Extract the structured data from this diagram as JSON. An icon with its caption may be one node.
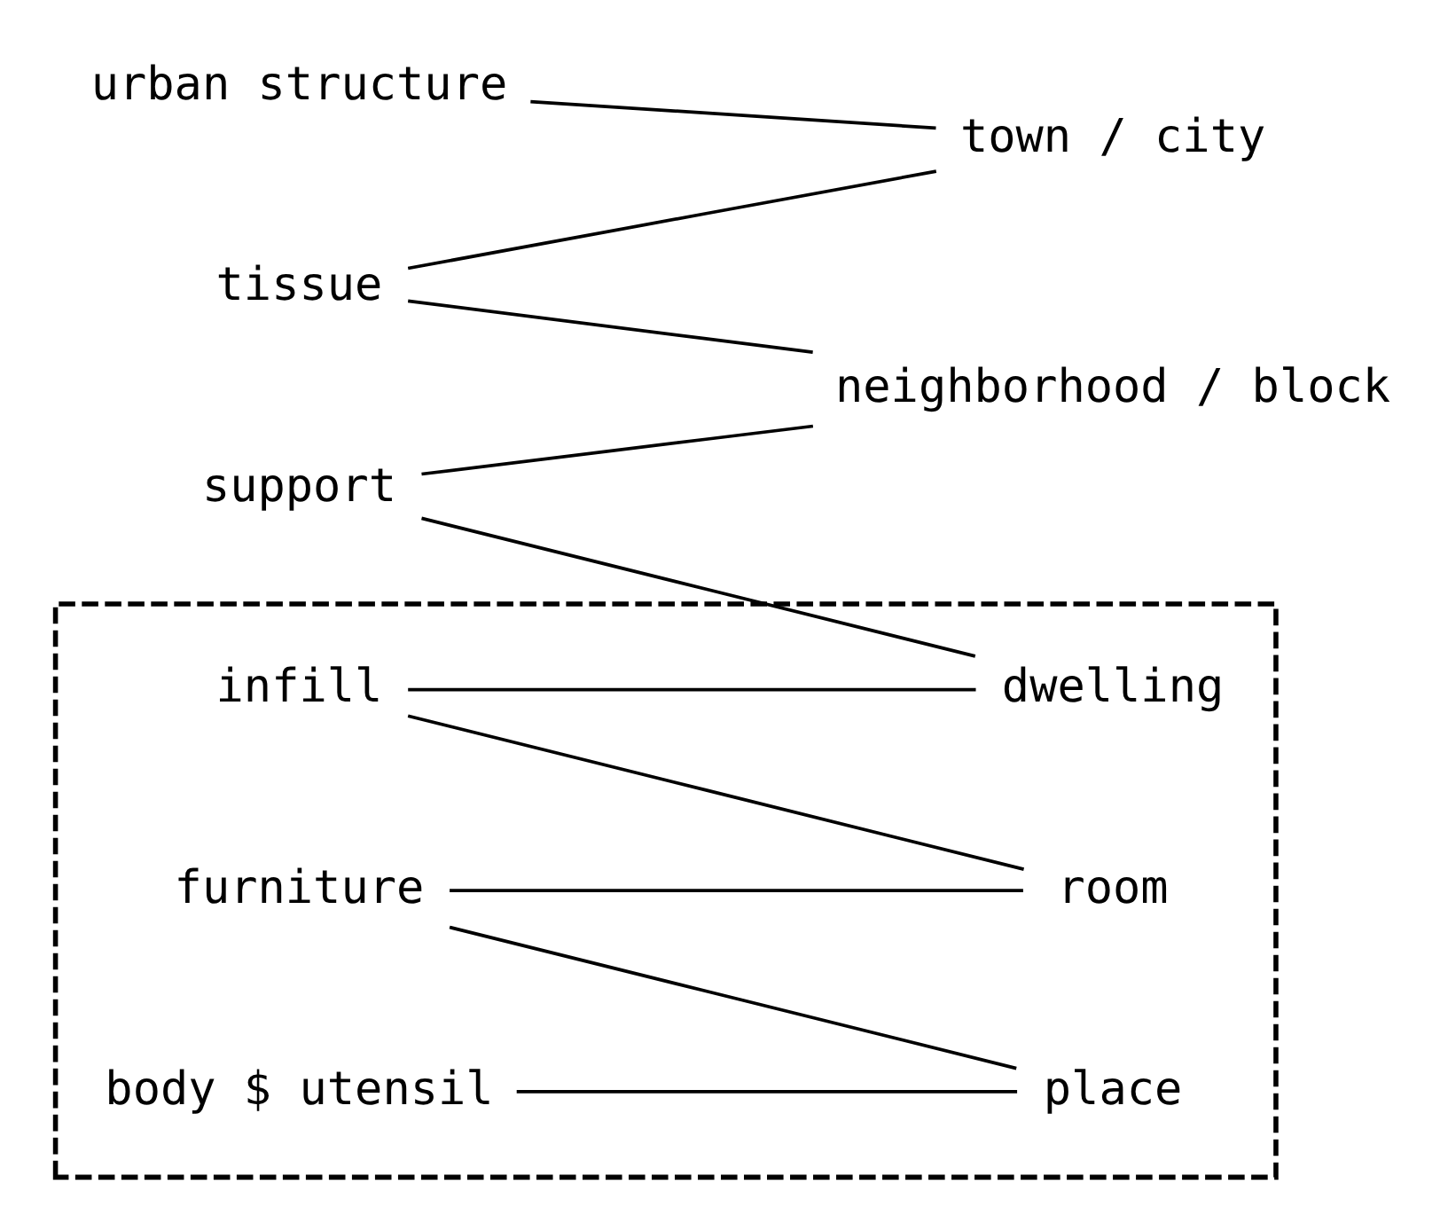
{
  "diagram": {
    "nodes": [
      {
        "text": [
          "urban structure"
        ]
      },
      {
        "text": [
          "town / city"
        ]
      },
      {
        "text": [
          "tissue"
        ]
      },
      {
        "text": [
          "neighborhood / block"
        ]
      },
      {
        "text": [
          "support"
        ]
      },
      {
        "text": [],
        "shape": "box"
      },
      {
        "text": [
          "dwelling"
        ],
        "in": 5
      },
      {
        "text": [
          "infill"
        ],
        "in": 5
      },
      {
        "text": [
          "room"
        ],
        "in": 5
      },
      {
        "text": [
          "furniture"
        ],
        "in": 5
      },
      {
        "text": [
          "place"
        ],
        "in": 5
      },
      {
        "text": [
          "body $ utensil"
        ],
        "in": 5
      }
    ],
    "edges": [
      {
        "from": 0,
        "to": 1,
        "arrow": "none"
      },
      {
        "from": 2,
        "to": 1,
        "arrow": "none"
      },
      {
        "from": 2,
        "to": 3,
        "arrow": "none"
      },
      {
        "from": 4,
        "to": 3,
        "arrow": "none"
      },
      {
        "from": 4,
        "to": 6,
        "arrow": "none"
      },
      {
        "from": 7,
        "to": 6,
        "arrow": "none"
      },
      {
        "from": 7,
        "to": 8,
        "arrow": "none"
      },
      {
        "from": 9,
        "to": 8,
        "arrow": "none"
      },
      {
        "from": 9,
        "to": 10,
        "arrow": "none"
      },
      {
        "from": 11,
        "to": 10,
        "arrow": "none"
      }
    ]
  }
}
